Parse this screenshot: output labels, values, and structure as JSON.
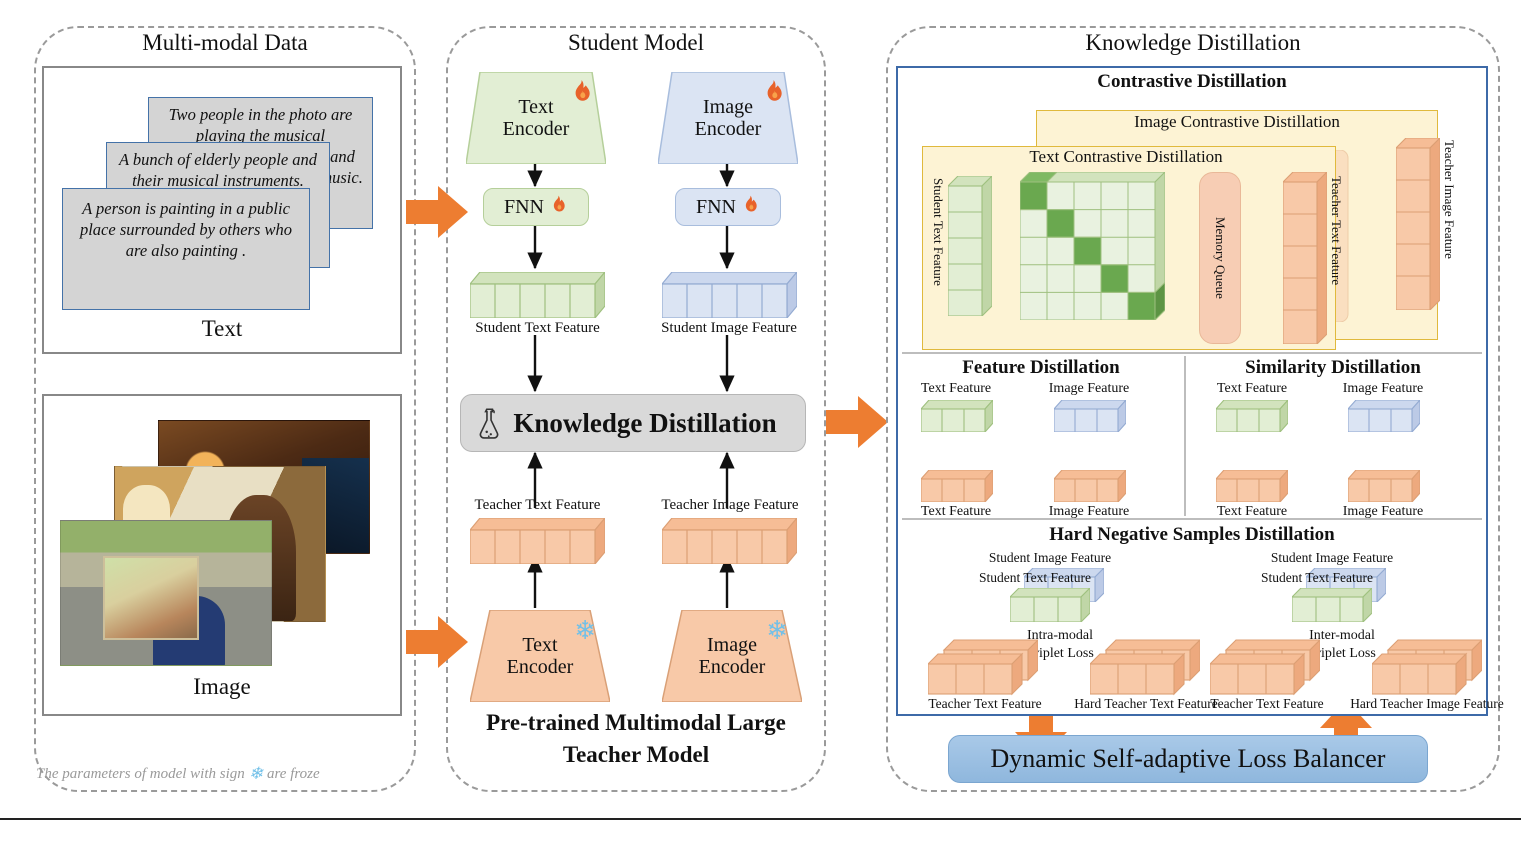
{
  "panels": {
    "multimodal": {
      "title": "Multi-modal Data"
    },
    "student": {
      "title": "Student Model",
      "teacher_caption_line1": "Pre-trained Multimodal Large",
      "teacher_caption_line2": "Teacher Model"
    },
    "kd": {
      "title": "Knowledge Distillation"
    }
  },
  "multimodal": {
    "text_section_label": "Text",
    "image_section_label": "Image",
    "cards": [
      "Two people in the photo are playing the musical instruments of the violin and guitar. They are playing music.",
      "A bunch of elderly people and their musical instruments.",
      "A person is painting in a public place surrounded by others who are also painting ."
    ]
  },
  "student_model": {
    "text_encoder": "Text Encoder",
    "image_encoder": "Image Encoder",
    "fnn": "FNN",
    "student_text_feature": "Student Text Feature",
    "student_image_feature": "Student Image Feature",
    "knowledge_distillation": "Knowledge Distillation",
    "teacher_text_feature": "Teacher Text Feature",
    "teacher_image_feature": "Teacher Image Feature",
    "teacher_text_encoder": "Text Encoder",
    "teacher_image_encoder": "Image Encoder",
    "flame_icon": "flame-icon",
    "snowflake_icon": "snowflake-icon",
    "flask_icon": "flask-icon"
  },
  "knowledge_distillation": {
    "contrastive": {
      "title": "Contrastive Distillation",
      "image_contrastive": "Image Contrastive Distillation",
      "text_contrastive": "Text Contrastive Distillation",
      "student_text_feature": "Student Text Feature",
      "memory_queue": "Memory Queue",
      "teacher_text_feature": "Teacher Text Feature",
      "teacher_image_feature": "Teacher Image Feature"
    },
    "feature_distillation": {
      "title": "Feature Distillation",
      "top_left": "Text Feature",
      "top_right": "Image Feature",
      "bottom_left": "Text Feature",
      "bottom_right": "Image Feature"
    },
    "similarity_distillation": {
      "title": "Similarity Distillation",
      "top_left": "Text Feature",
      "top_right": "Image Feature",
      "bottom_left": "Text Feature",
      "bottom_right": "Image Feature"
    },
    "hard_negative": {
      "title": "Hard Negative Samples Distillation",
      "left": {
        "student_image_feature": "Student Image Feature",
        "student_text_feature": "Student Text Feature",
        "loss_line1": "Intra-modal",
        "loss_line2": "Triplet Loss",
        "teacher_text_feature": "Teacher Text Feature",
        "hard_teacher_feature": "Hard Teacher Text Feature"
      },
      "right": {
        "student_image_feature": "Student Image Feature",
        "student_text_feature": "Student Text Feature",
        "loss_line1": "Inter-modal",
        "loss_line2": "Triplet Loss",
        "teacher_text_feature": "Teacher Text Feature",
        "hard_teacher_feature": "Hard Teacher Image Feature"
      }
    },
    "balancer": "Dynamic Self-adaptive Loss Balancer"
  },
  "footnote": {
    "pre": "The parameters of model with sign",
    "post": "are froze",
    "icon": "snowflake-icon"
  },
  "colors": {
    "green_face": "#e2eed4",
    "green_dark": "#6aa84f",
    "blue_face": "#dbe4f3",
    "orange_face": "#f8c9a8",
    "orange_arrow": "#ed7d31",
    "yellow_bg": "#fdf3d4",
    "blue_border": "#3d6aa8",
    "gray_bar": "#d9d9d9",
    "balancer": "#9dc0e3",
    "snowflake": "#72c0e8",
    "card_gray": "#d4d4d4",
    "card_border": "#4472a8"
  },
  "matrix": {
    "rows": 5,
    "cols": 5,
    "diagonal_highlight": true
  }
}
